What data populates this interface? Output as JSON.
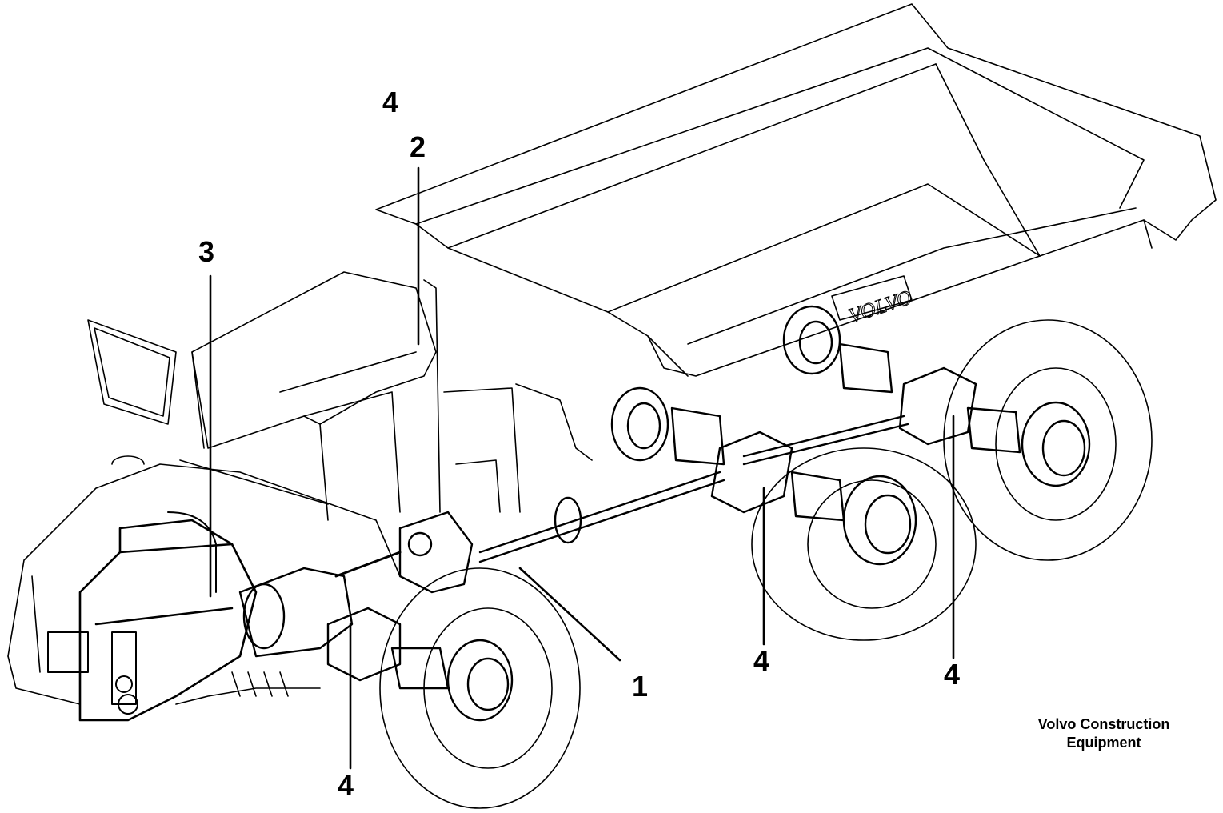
{
  "callouts": {
    "label_4_top": "4",
    "label_2": "2",
    "label_3": "3",
    "label_1": "1",
    "label_4_front_axle": "4",
    "label_4_middle_axle": "4",
    "label_4_rear_axle": "4"
  },
  "brand": {
    "line1": "Volvo Construction",
    "line2": "Equipment"
  },
  "body_logo": "VOLVO"
}
